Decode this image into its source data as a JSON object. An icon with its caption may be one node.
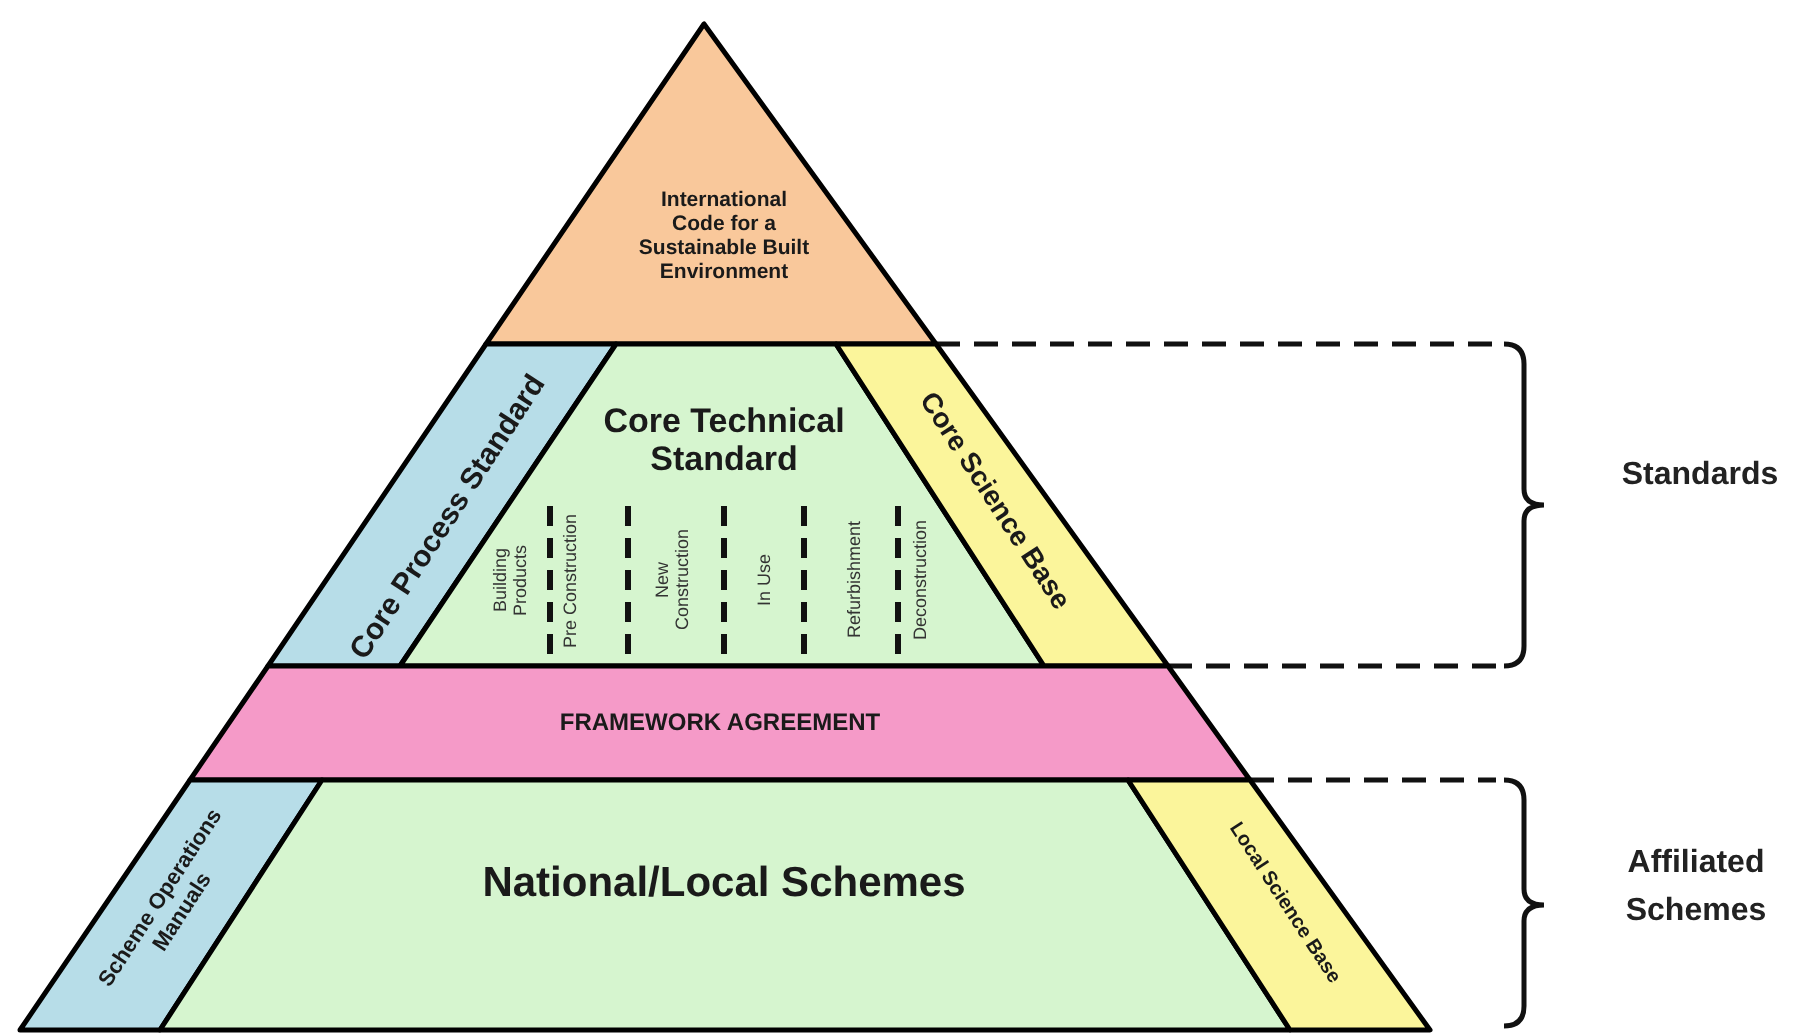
{
  "diagram": {
    "nodes": [
      {
        "text": [
          "International Code for a Sustainable Built Environment"
        ]
      },
      {
        "text": [
          "Core Process Standard"
        ]
      },
      {
        "text": [
          "Core Technical Standard"
        ]
      },
      {
        "text": [
          "Building Products"
        ],
        "in": 2
      },
      {
        "text": [
          "Pre Construction"
        ],
        "in": 2
      },
      {
        "text": [
          "New Construction"
        ],
        "in": 2
      },
      {
        "text": [
          "In Use"
        ],
        "in": 2
      },
      {
        "text": [
          "Refurbishment"
        ],
        "in": 2
      },
      {
        "text": [
          "Deconstruction"
        ],
        "in": 2
      },
      {
        "text": [
          "Core Science Base"
        ]
      },
      {
        "text": [
          "FRAMEWORK AGREEMENT"
        ]
      },
      {
        "text": [
          "Scheme Operations Manuals"
        ]
      },
      {
        "text": [
          "National/Local Schemes"
        ]
      },
      {
        "text": [
          "Local Science Base"
        ]
      }
    ],
    "labels": [
      "Standards",
      "Affiliated Schemes"
    ]
  }
}
